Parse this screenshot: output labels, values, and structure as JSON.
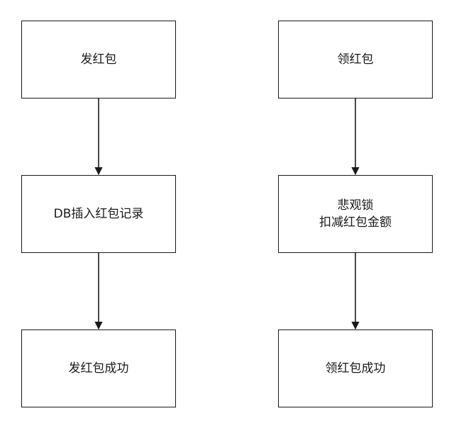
{
  "flows": {
    "send": {
      "steps": [
        {
          "lines": [
            "发红包"
          ]
        },
        {
          "lines": [
            "DB插入红包记录"
          ]
        },
        {
          "lines": [
            "发红包成功"
          ]
        }
      ]
    },
    "receive": {
      "steps": [
        {
          "lines": [
            "领红包"
          ]
        },
        {
          "lines": [
            "悲观锁",
            "扣减红包金额"
          ]
        },
        {
          "lines": [
            "领红包成功"
          ]
        }
      ]
    }
  },
  "colors": {
    "stroke": "#1a1a1a",
    "background": "#ffffff"
  }
}
